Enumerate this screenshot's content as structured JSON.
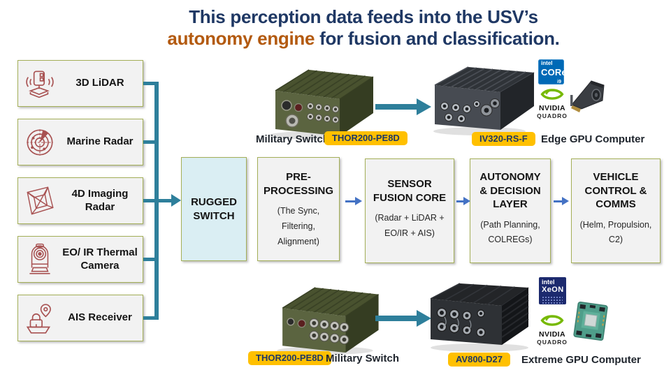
{
  "title": {
    "line1": "This perception data feeds into the USV’s",
    "line2_highlight": "autonomy engine",
    "line2_rest": " for fusion and classification."
  },
  "sensors": [
    {
      "label": "3D LiDAR",
      "icon": "lidar-scanner-icon"
    },
    {
      "label": "Marine Radar",
      "icon": "marine-radar-icon"
    },
    {
      "label": "4D Imaging Radar",
      "icon": "imaging-radar-cube-icon"
    },
    {
      "label": "EO/ IR Thermal Camera",
      "icon": "thermal-camera-icon"
    },
    {
      "label": "AIS Receiver",
      "icon": "ais-ship-pin-icon"
    }
  ],
  "pipeline": {
    "rugged_switch": {
      "title": "RUGGED SWITCH"
    },
    "stages": [
      {
        "title": "PRE-PROCESSING",
        "subtitle": "(The Sync, Filtering, Alignment)"
      },
      {
        "title": "SENSOR FUSION CORE",
        "subtitle": "(Radar + LiDAR + EO/IR + AIS)"
      },
      {
        "title": "AUTONOMY & DECISION LAYER",
        "subtitle": "(Path Planning, COLREGs)"
      },
      {
        "title": "VEHICLE CONTROL & COMMS",
        "subtitle": "(Helm, Propulsion, C2)"
      }
    ]
  },
  "top_row": {
    "switch_caption": "Military Switch",
    "switch_model": "THOR200-PE8D",
    "computer_model": "IV320-RS-F",
    "computer_caption": "Edge GPU Computer",
    "cpu_badge": {
      "brand": "intel",
      "product": "CORe",
      "suffix": "i9"
    },
    "gpu_badge": {
      "brand": "NVIDIA",
      "product": "QUADRO"
    }
  },
  "bottom_row": {
    "switch_model": "THOR200-PE8D",
    "switch_caption": "Military Switch",
    "computer_model": "AV800-D27",
    "computer_caption": "Extreme GPU Computer",
    "cpu_badge": {
      "brand": "intel",
      "product": "XeON"
    },
    "gpu_badge": {
      "brand": "NVIDIA",
      "product": "QUADRO"
    }
  },
  "colors": {
    "title_navy": "#1F3864",
    "accent_orange": "#B35A10",
    "bus_teal": "#2E7F9B",
    "flow_blue": "#4472C4",
    "model_yellow": "#FFC000",
    "box_border_olive": "#A4AF58",
    "sensor_icon_red": "#A85252",
    "switch_fill_blue": "#DAEEF3"
  }
}
